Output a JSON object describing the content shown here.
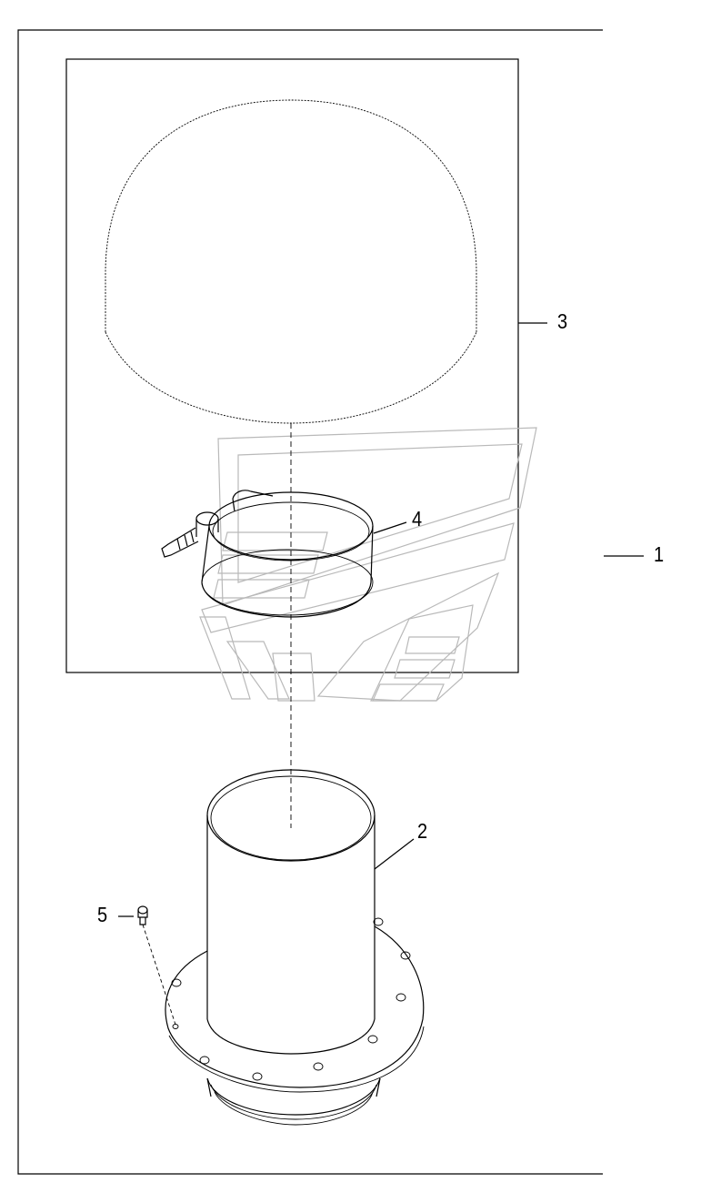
{
  "diagram": {
    "callouts": [
      {
        "id": "1",
        "label": "1"
      },
      {
        "id": "2",
        "label": "2"
      },
      {
        "id": "3",
        "label": "3"
      },
      {
        "id": "4",
        "label": "4"
      },
      {
        "id": "5",
        "label": "5"
      }
    ]
  },
  "colors": {
    "line": "#000000",
    "watermark": "#b9b9b9",
    "background": "#ffffff"
  }
}
